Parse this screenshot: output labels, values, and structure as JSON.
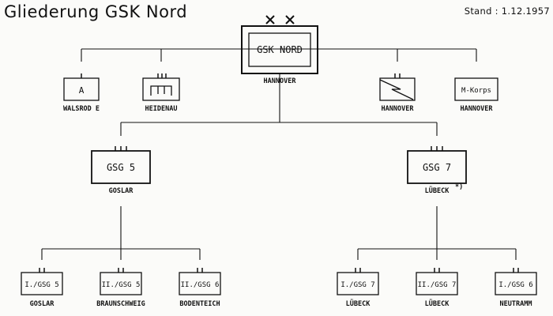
{
  "title": "Gliederung   GSK Nord",
  "stand": "Stand : 1.12.1957",
  "hq": {
    "label": "GSK NORD",
    "location": "HANNOVER"
  },
  "hq_units": [
    {
      "label": "A",
      "location": "WALSROD E"
    },
    {
      "label": "",
      "location": "HEIDENAU"
    },
    {
      "label": "",
      "location": "HANNOVER"
    },
    {
      "label": "M-Korps",
      "location": "HANNOVER"
    }
  ],
  "groups": [
    {
      "label": "GSG 5",
      "location": "GOSLAR",
      "footnote": "",
      "subunits": [
        {
          "label": "I./GSG 5",
          "location": "GOSLAR"
        },
        {
          "label": "II./GSG 5",
          "location": "BRAUNSCHWEIG"
        },
        {
          "label": "II./GSG 6",
          "location": "BODENTEICH"
        }
      ]
    },
    {
      "label": "GSG 7",
      "location": "LÜBECK",
      "footnote": "*)",
      "subunits": [
        {
          "label": "I./GSG 7",
          "location": "LÜBECK"
        },
        {
          "label": "II./GSG 7",
          "location": "LÜBECK"
        },
        {
          "label": "I./GSG 6",
          "location": "NEUTRAMM"
        }
      ]
    }
  ]
}
